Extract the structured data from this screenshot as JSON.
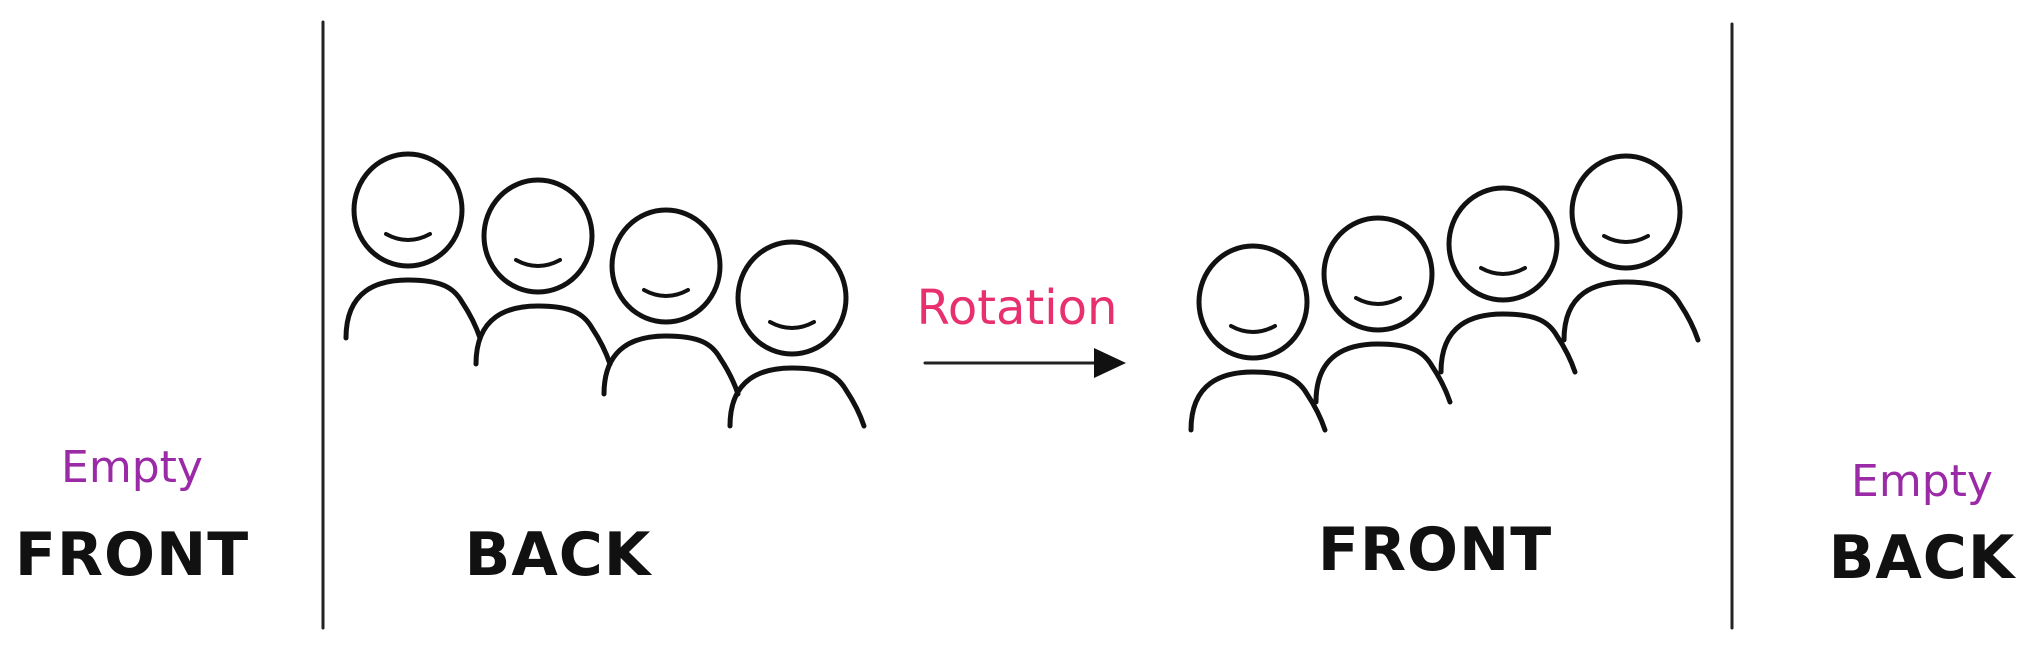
{
  "colors": {
    "ink": "#111111",
    "empty": "#9b2aa6",
    "rotation": "#e8306f",
    "background": "#ffffff"
  },
  "left_panel": {
    "empty_label": "Empty",
    "queue_label": "FRONT"
  },
  "center_left": {
    "queue_label": "BACK",
    "people_count": 4
  },
  "arrow": {
    "label": "Rotation"
  },
  "center_right": {
    "queue_label": "FRONT",
    "people_count": 4
  },
  "right_panel": {
    "empty_label": "Empty",
    "queue_label": "BACK"
  },
  "icons": {
    "person": "person-icon",
    "arrow": "arrow-right-icon"
  }
}
